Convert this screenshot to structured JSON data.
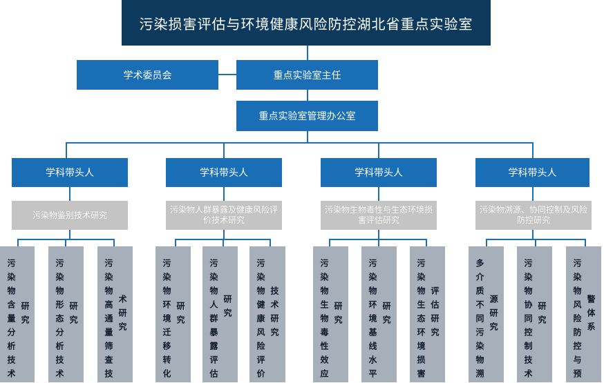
{
  "title": "污染损害评估与环境健康风险防控湖北省重点实验室",
  "committee": "学术委员会",
  "director": "重点实验室主任",
  "office": "重点实验室管理办公室",
  "groups": [
    {
      "leader": "学科带头人",
      "topic": "污染物鉴别技术研究",
      "leaves": [
        {
          "c1": "污染物含量分析技术",
          "c2": "研究"
        },
        {
          "c1": "污染物形态分析技术",
          "c2": "研究"
        },
        {
          "c1": "污染物高通量筛查技",
          "c2": "术研究"
        }
      ]
    },
    {
      "leader": "学科带头人",
      "topic": "污染物人群暴露及健康风险评价技术研究",
      "leaves": [
        {
          "c1": "污染物环境迁移转化",
          "c2": "研究"
        },
        {
          "c1": "污染物人群暴露评估",
          "c2": "研究"
        },
        {
          "c1": "污染物健康风险评价",
          "c2": "技术研究"
        }
      ]
    },
    {
      "leader": "学科带头人",
      "topic": "污染物生物毒性与生态环境损害评估研究",
      "leaves": [
        {
          "c1": "污染物生物毒性效应",
          "c2": "研究"
        },
        {
          "c1": "污染物环境基线水平",
          "c2": "研究"
        },
        {
          "c1": "污染物生态环境损害",
          "c2": "评估研究"
        }
      ]
    },
    {
      "leader": "学科带头人",
      "topic": "污染物溯源、协同控制及风险防控研究",
      "leaves": [
        {
          "c1": "多介质不同污染物溯",
          "c2": "源研究"
        },
        {
          "c1": "污染物协同控制技术",
          "c2": "研究"
        },
        {
          "c1": "污染物风险防控与预",
          "c2": "警体系"
        }
      ]
    }
  ]
}
